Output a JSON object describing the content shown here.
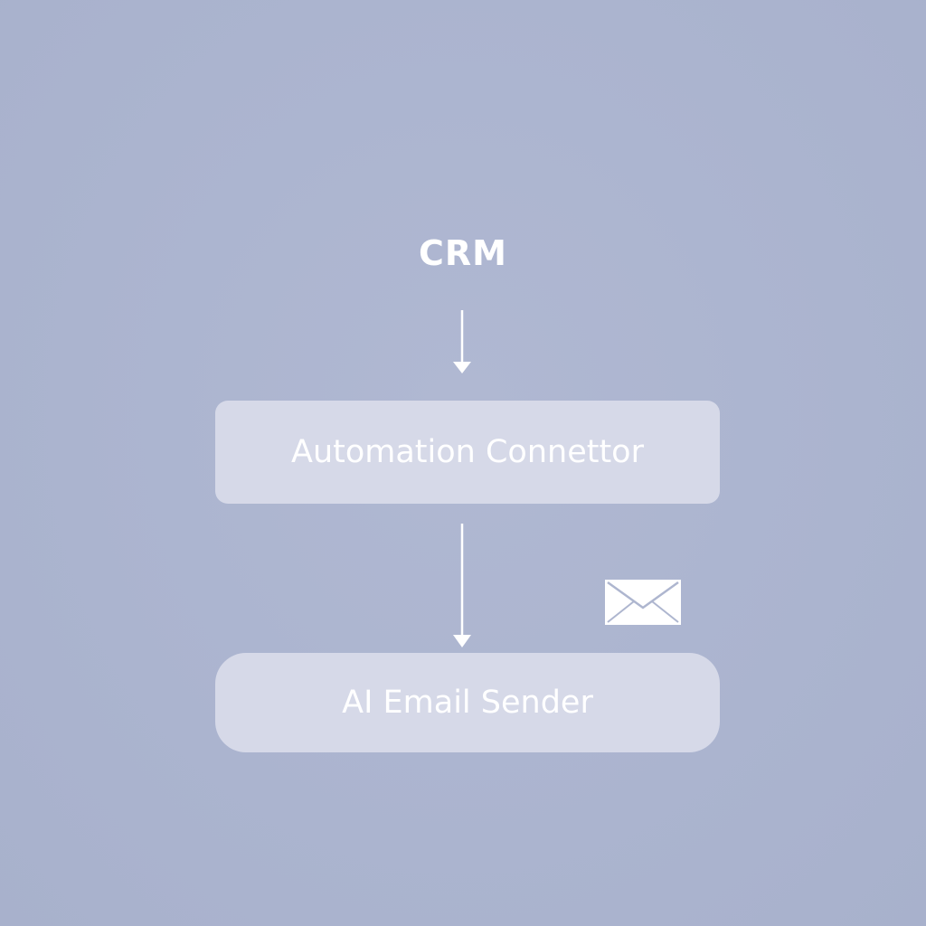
{
  "diagram": {
    "source": {
      "label": "CRM"
    },
    "nodes": [
      {
        "id": "automation-connector",
        "label": "Automation Connettor"
      },
      {
        "id": "ai-email-sender",
        "label": "AI Email Sender"
      }
    ],
    "decorations": [
      {
        "icon": "envelope-icon"
      }
    ]
  },
  "colors": {
    "background": "#abb4cf",
    "node_fill": "#d6d9e8",
    "text": "#ffffff",
    "arrow": "#ffffff"
  }
}
